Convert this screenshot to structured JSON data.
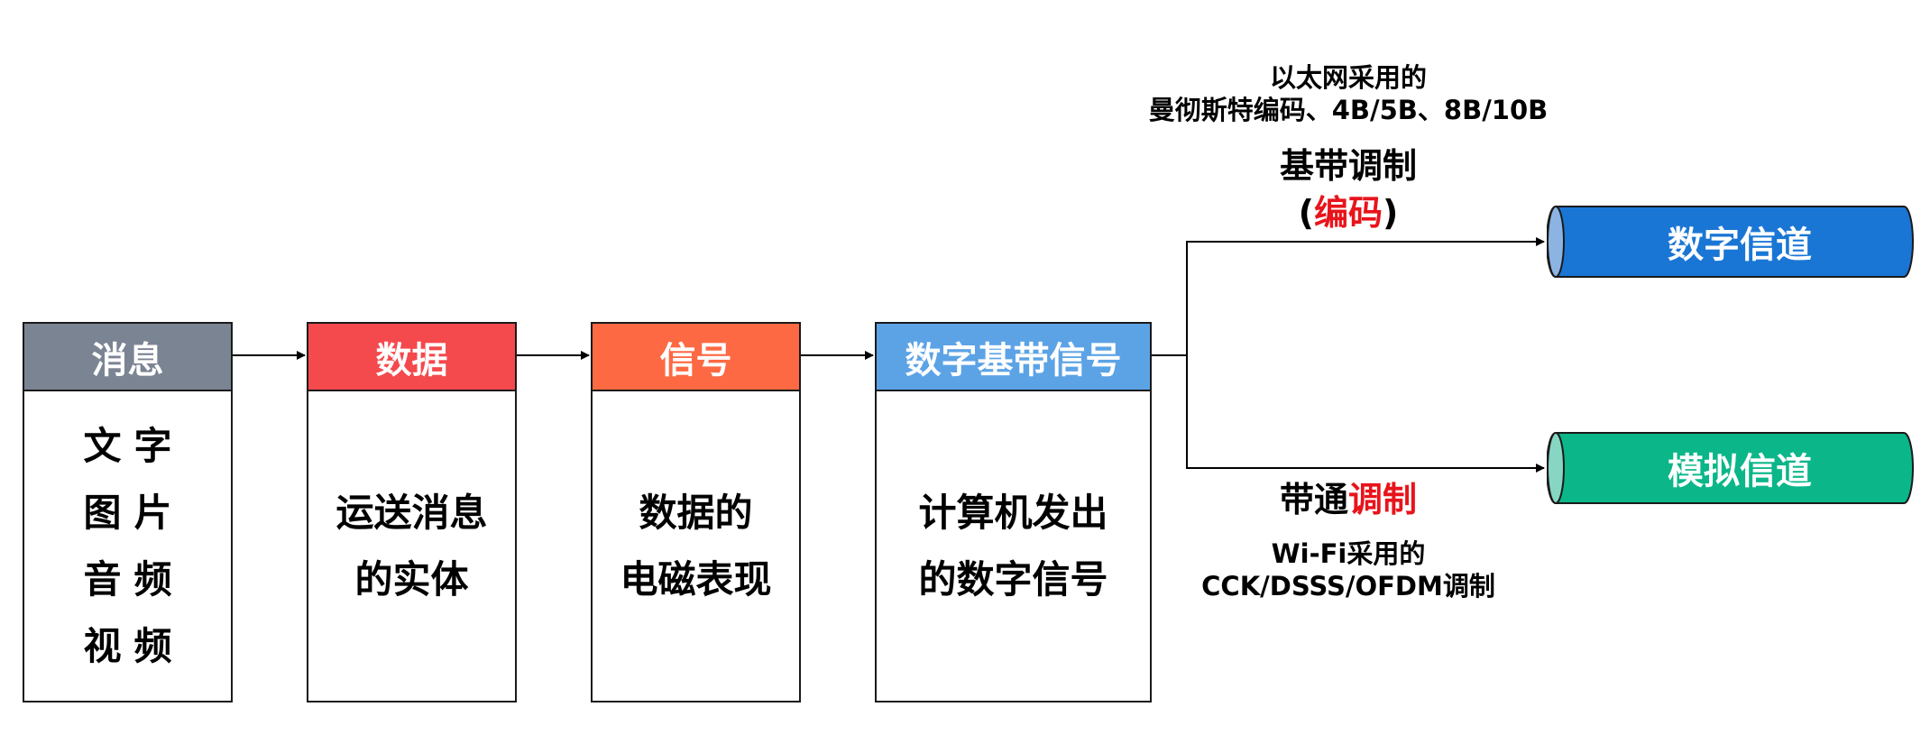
{
  "colors": {
    "message": "#7b8493",
    "data": "#f4494d",
    "signal": "#fd6943",
    "digital_baseband": "#5ca3e6",
    "digital_channel": "#1a76d5",
    "digital_channel_cap": "#8cb4e3",
    "analog_channel": "#0bb689",
    "analog_channel_cap": "#86d6c3",
    "highlight": "#e8141b"
  },
  "boxes": {
    "message": {
      "title": "消息",
      "lines": [
        "文字",
        "图片",
        "音频",
        "视频"
      ]
    },
    "data": {
      "title": "数据",
      "lines": [
        "运送消息",
        "的实体"
      ]
    },
    "signal": {
      "title": "信号",
      "lines": [
        "数据的",
        "电磁表现"
      ]
    },
    "digital_baseband": {
      "title": "数字基带信号",
      "lines": [
        "计算机发出",
        "的数字信号"
      ]
    }
  },
  "channels": {
    "digital": "数字信道",
    "analog": "模拟信道"
  },
  "upper_branch": {
    "note_line1": "以太网采用的",
    "note_line2": "曼彻斯特编码、4B/5B、8B/10B",
    "method": "基带调制",
    "paren_open": "(",
    "emphasis": "编码",
    "paren_close": ")"
  },
  "lower_branch": {
    "method_plain": "带通",
    "method_emphasis": "调制",
    "note_line1": "Wi-Fi采用的",
    "note_line2": "CCK/DSSS/OFDM调制"
  }
}
